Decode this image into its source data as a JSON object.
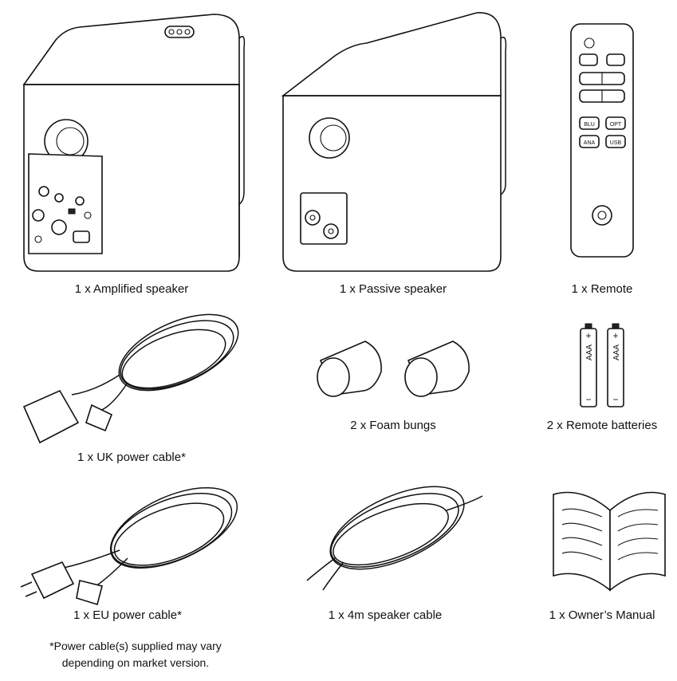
{
  "items": [
    {
      "caption": "1 x Amplified speaker"
    },
    {
      "caption": "1 x Passive speaker"
    },
    {
      "caption": "1 x Remote"
    },
    {
      "caption": "1 x UK power cable*"
    },
    {
      "caption": "2 x Foam bungs"
    },
    {
      "caption": "2 x Remote batteries"
    },
    {
      "caption": "1 x EU power cable*"
    },
    {
      "caption": "1 x 4m speaker cable"
    },
    {
      "caption": "1 x Owner’s Manual"
    }
  ],
  "remote_buttons": {
    "blu": "BLU",
    "opt": "OPT",
    "ana": "ANA",
    "usb": "USB"
  },
  "battery_label": "AAA",
  "footnote": {
    "line1": "*Power cable(s) supplied may vary",
    "line2": "depending on market version."
  }
}
